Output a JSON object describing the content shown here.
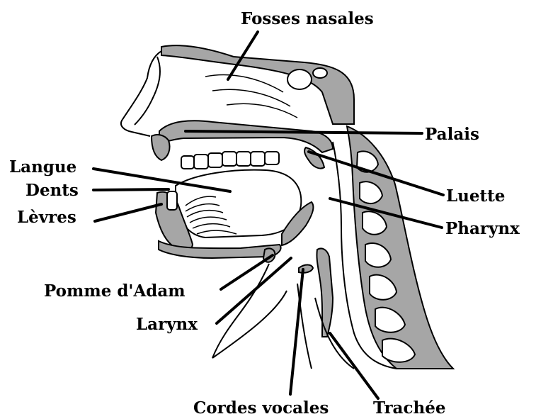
{
  "colors": {
    "tissue": "#a6a6a6",
    "outline": "#000000",
    "background": "#ffffff"
  },
  "labels": {
    "fosses_nasales": "Fosses nasales",
    "palais": "Palais",
    "langue": "Langue",
    "dents": "Dents",
    "levres": "Lèvres",
    "luette": "Luette",
    "pharynx": "Pharynx",
    "pomme_adam": "Pomme d'Adam",
    "larynx": "Larynx",
    "cordes_vocales": "Cordes vocales",
    "trachee": "Trachée"
  }
}
